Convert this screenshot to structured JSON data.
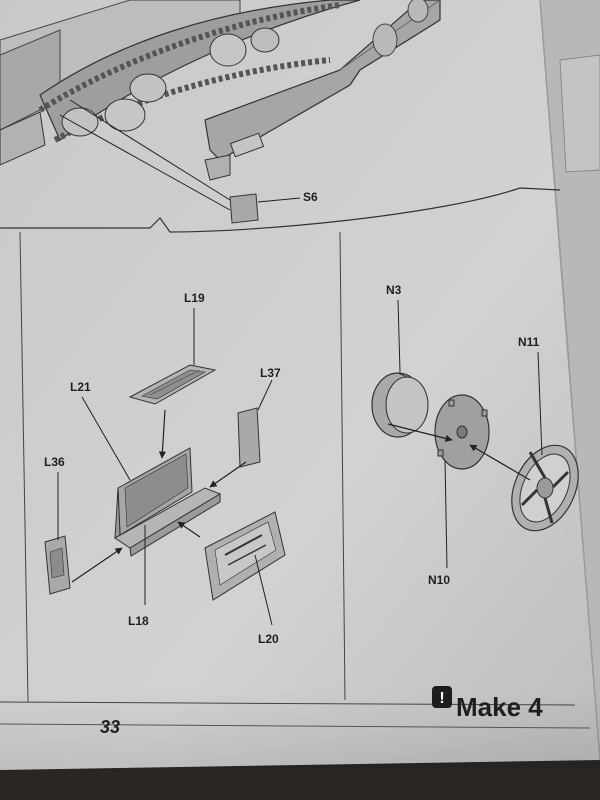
{
  "page": {
    "page_number": "33",
    "section_title": "Make 4",
    "section_icon": "exclamation-icon"
  },
  "parts": {
    "s6": "S6",
    "l19": "L19",
    "l37": "L37",
    "l21": "L21",
    "l36": "L36",
    "l18": "L18",
    "l20": "L20",
    "n3": "N3",
    "n11": "N11",
    "n10": "N10"
  },
  "colors": {
    "paper": "#cbcbcd",
    "part_fill": "#a9a9ab",
    "line": "#333333",
    "background": "#2a2624"
  }
}
